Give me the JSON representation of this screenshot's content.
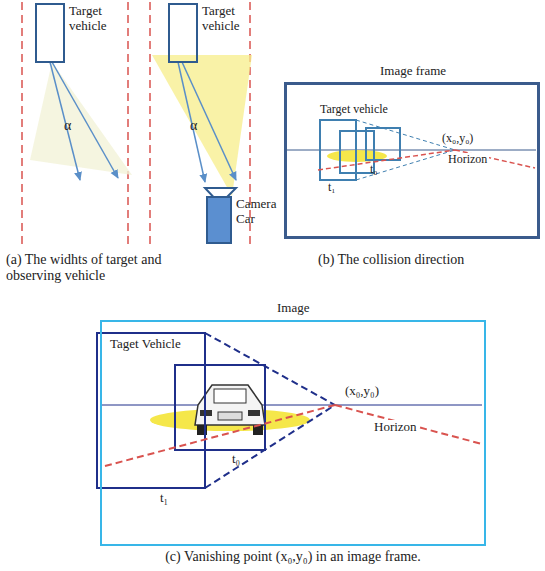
{
  "diagram": {
    "nodes": [
      {
        "text": [
          "Target vehicle"
        ]
      },
      {
        "text": [
          "Target vehicle"
        ]
      },
      {
        "text": [
          "Camera Car"
        ]
      },
      {
        "text": [
          "Image frame"
        ]
      },
      {
        "text": [
          "Image"
        ]
      }
    ],
    "labels": [
      "α",
      "α",
      "Target vehicle",
      "t₁",
      "t₀",
      "(x₀,y₀)",
      "Horizon",
      "Taget Vehicle",
      "(x₀,y₀)",
      "Horizon",
      "t₁",
      "t₀",
      "(a) The widhts of target and observing vehicle",
      "(b) The collision direction",
      "(c) Vanishing point (x₀,y₀) in an image frame."
    ]
  }
}
